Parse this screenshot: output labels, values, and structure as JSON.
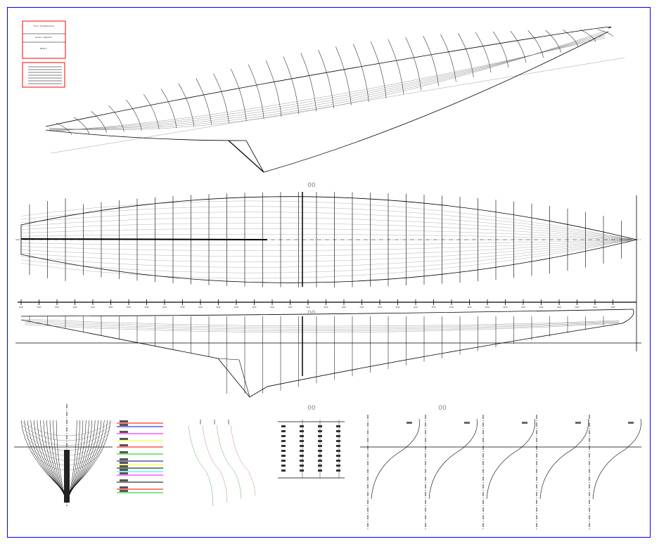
{
  "colors": {
    "border": "#0000ff",
    "title_border": "#ff0000",
    "line": "#000000"
  },
  "title_block": {
    "lines": [
      "75 pr. Schattenboot",
      "Linien / Spanten",
      "Blatt 1"
    ]
  },
  "view_marks": [
    "00",
    "00",
    "00",
    "00"
  ],
  "legend": {
    "colors": [
      "#ff0000",
      "#0000ff",
      "#ff00ff",
      "#ffff00",
      "#ff0000",
      "#00cc00",
      "#000080",
      "#ffff00",
      "#000000",
      "#00ffff",
      "#ff00ff",
      "#000000",
      "#ff0000",
      "#00cc00"
    ]
  },
  "stations_count": 34,
  "section_panels": 5
}
